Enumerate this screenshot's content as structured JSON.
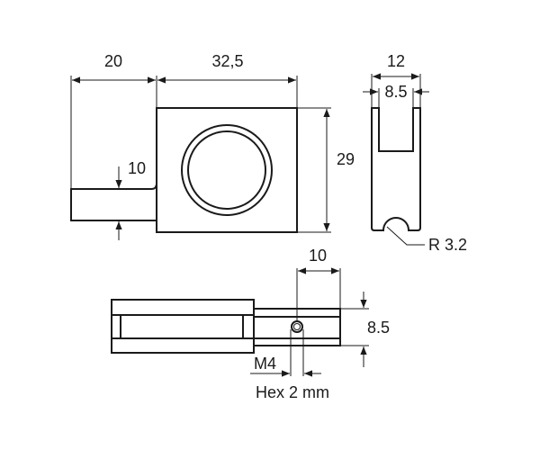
{
  "drawing": {
    "front_view": {
      "width_tab": "20",
      "width_body": "32,5",
      "height_body": "29",
      "tab_height": "10"
    },
    "side_view": {
      "outer_width": "12",
      "slot_width": "8.5",
      "radius": "R 3.2"
    },
    "bottom_view": {
      "hole_offset": "10",
      "thickness": "8.5",
      "thread": "M4",
      "hex": "Hex 2 mm"
    },
    "line_color": "#1a1a1a"
  }
}
